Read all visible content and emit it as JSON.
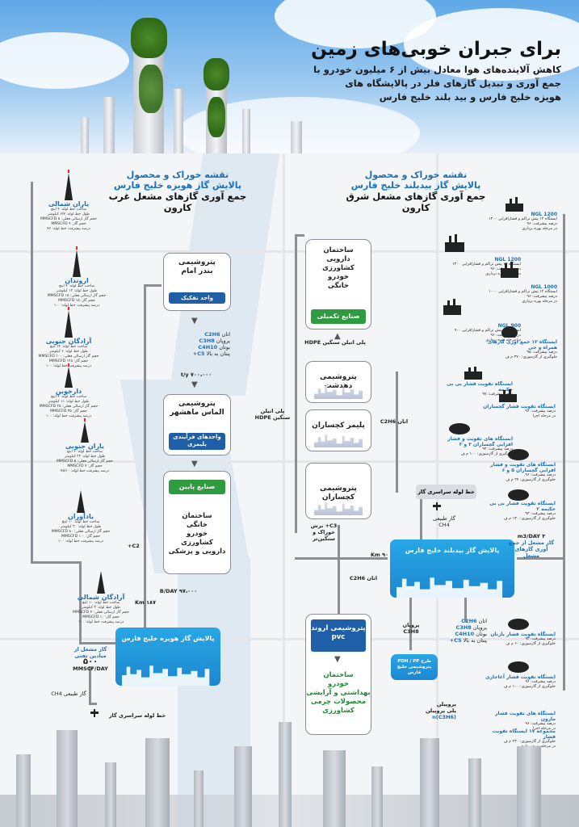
{
  "header": {
    "title": "برای جبران خوبی‌های زمین",
    "subtitle_lines": [
      "کاهش آلاینده‌های هوا معادل بیش از ۶ میلیون خودرو با",
      "جمع آوری و تبدیل گازهای فلر در پالایشگاه های",
      "هویزه خلیج فارس و بید بلند خلیج فارس"
    ]
  },
  "west": {
    "heading1": "نقشه خوراک و محصول",
    "heading2": "پالایش گاز هویزه خلیج فارس",
    "heading3": "جمع آوری گازهای مشعل غرب کارون",
    "wells": [
      {
        "name": "یاران شمالی",
        "info": [
          "ساخت خط لوله: ۴ اینچ",
          "طول خط لوله: ۶/۷ کیلومتر",
          "حجم گاز ارسالی فعلی: MMSCFD ۵",
          "حجم گاز: MMSCFD ۹",
          "درصد پیشرفت خط لوله: ۷۶"
        ]
      },
      {
        "name": "اروندان",
        "info": [
          "ساخت خط لوله: ۴ اینچ",
          "طول خط لوله: ۱۲ کیلومتر",
          "حجم گاز ارسالی فعلی: MMSCFD ۱۵",
          "حجم گاز: MMSCFD ۱۵",
          "درصد پیشرفت خط لوله: ۱۰۰"
        ]
      },
      {
        "name": "آزادگان جنوبی",
        "info": [
          "ساخت خط لوله: ۱۴ اینچ",
          "طول خط لوله: ۶ کیلومتر",
          "حجم گاز ارسالی فعلی: MMSCFD ۱۰۰",
          "حجم گاز: MMSCFD ۱۲۵",
          "درصد پیشرفت خط لوله: ۱۰۰"
        ]
      },
      {
        "name": "دارخوین",
        "info": [
          "ساخت خط لوله: ۴ اینچ",
          "طول خط لوله: ۱۱ کیلومتر",
          "حجم گاز ارسالی فعلی: MMSCFD ۲۵",
          "حجم گاز: MMSCFD ۳۵",
          "درصد پیشرفت خط لوله: ۱۰۰"
        ]
      },
      {
        "name": "یاران جنوبی",
        "info": [
          "ساخت خط لوله: ۶ اینچ",
          "طول خط لوله: ۲۲ کیلومتر",
          "حجم گاز ارسالی فعلی: MMSCFD ۵",
          "حجم گاز: MMSCFD ۷",
          "درصد پیشرفت خط لوله: ۷۸/۱۰"
        ]
      },
      {
        "name": "یادآوران",
        "info": [
          "ساخت خط لوله: ۱۰ اینچ",
          "طول خط لوله: ۳۰ کیلومتر",
          "حجم گاز ارسالی فعلی: MMSCFD ۸۰",
          "حجم گاز: MMSCFD ۱۰۰",
          "درصد پیشرفت خط لوله: ۱۰۰"
        ]
      },
      {
        "name": "آزادگان شمالی",
        "info": [
          "ساخت خط لوله: ۱۰ اینچ",
          "طول خط لوله: ۳ کیلومتر",
          "حجم گاز ارسالی فعلی: MMSCFD ۴",
          "حجم گاز: MMSCFD ۱۰",
          "درصد پیشرفت خط لوله: ۱۰۰"
        ]
      }
    ],
    "box_bandar": {
      "title": [
        "پتروشیمی",
        "بندر امام"
      ],
      "bar": "واحد تفکیک"
    },
    "products1": [
      "اتان",
      "پروپان",
      "بوتان",
      "پنتان به بالا"
    ],
    "chem1": [
      "C2H6",
      "C3H8",
      "C4H10",
      "C5+"
    ],
    "amount": "۷۰۰،۰۰۰ t/y",
    "box_amir": {
      "title": [
        "پتروشیمی",
        "الماس ماهشهر"
      ],
      "bar": "واحدهای فرآیندی پلیمری"
    },
    "lower_industry": "صنایع پایین دستی",
    "end_list": [
      "ساختمان",
      "خانگی",
      "خودرو",
      "کشاورزی",
      "دارویی و پزشکی"
    ],
    "refinery": "پالایش گاز هویزه خلیج فارس",
    "flare_label": "گاز مشعل از میادین نفتی",
    "flare_value": "۵۰۰",
    "flare_unit": "MMSCF/DAY",
    "km_label": "۹۷،۰۰۰ B/DAY",
    "km_val": "۱۸۷ Km",
    "c2_label": "C2+",
    "natgas": "گاز طبیعی CH4",
    "pipeline": "خط لوله سراسری گاز"
  },
  "east": {
    "heading1": "نقشه خوراک و محصول",
    "heading2": "پالایش گاز بیدبلند خلیج فارس",
    "heading3": "جمع آوری گازهای مشعل شرق کارون",
    "top_list": [
      "ساختمان",
      "دارویی",
      "کشاورزی",
      "خودرو",
      "خانگی"
    ],
    "box_complement": "صنایع تکمیلی",
    "hdpe_label": "پلی اتیلن سنگین HDPE",
    "hdpe_label2": "پلی اتیلن سنگین HDPE",
    "box_dehdasht": "پتروشیمی دهدشت",
    "box_polymer": "پلیمر کچساران",
    "box_gachsaran": "پتروشیمی کچساران",
    "ethane_label": "اتان C2H6",
    "c3_label": "C3+ برش خوراک و سنگین‌تر",
    "ethane2": "اتان C2H6",
    "box_arvand": {
      "title": [
        "پتروشیمی اروند",
        "pvc"
      ]
    },
    "arvand_products": [
      "ساختمان",
      "خودرو",
      "بهداشتی و آرایشی",
      "محصولات چرمی",
      "کشاورزی"
    ],
    "refinery": "پالایش گاز بیدبلند خلیج فارس",
    "right_flare": "گاز مشعل از جمع آوری گازهای مشعل",
    "right_flare_val": "۳ m3/DAY",
    "km_east": "۹۰ Km",
    "pipeline_label": "خط لوله سراسری گاز",
    "natgas": "گاز طبیعی CH4",
    "propane_label": "پروپان C3H8",
    "mid_products": [
      "اتان",
      "پروپان",
      "بوتان",
      "پنتان به بالا"
    ],
    "mid_chem": [
      "C2H6",
      "C3H8",
      "C4H10",
      "C5+"
    ],
    "pdh_box": "طرح PDH / PP پتروشیمی خلیج فارس",
    "polypropylene": [
      "پروپیلن",
      "پلی پروپیلن"
    ],
    "poly_chem": "n(C3H6)",
    "stations": [
      {
        "name": "NGL 1200",
        "info": [
          "ایستگاه ۱۲ پیش تراکم و فشارافزایی ۱۳۰۰",
          "درصد پیشرفت: ۹۶",
          "در مرحله بهره برداری"
        ]
      },
      {
        "name": "NGL 1200",
        "info": [
          "ایستگاه ۱۲ پیش تراکم و فشارافزایی ۱۳۰۰",
          "درصد پیشرفت: ۹۶",
          "در مرحله بهره برداری"
        ]
      },
      {
        "name": "NGL 1000",
        "info": [
          "ایستگاه ۱۲ پیش تراکم و فشارافزایی ۱۰۰۰",
          "درصد پیشرفت: ۹۶",
          "در مرحله بهره برداری"
        ]
      },
      {
        "name": "NGL 900",
        "info": [
          "ایستگاه ۱۲ پیش تراکم و فشارافزایی ۹۰۰",
          "درصد پیشرفت: ۹۶",
          "در مرحله بهره برداری"
        ]
      },
      {
        "name": "ایستگاه ۱۲ جمع آوری گازهای همراه و جی",
        "info": [
          "درصد پیشرفت: ۹۵",
          "جلوگیری از گازسوزی: ۳۷۰ م ف"
        ]
      },
      {
        "name": "ایستگاه تقویت فشار بی بی حکیمه",
        "info": [
          "درصد پیشرفت: ۹۷"
        ]
      },
      {
        "name": "ایستگاه تقویت فشار گچساران",
        "info": [
          "درصد پیشرفت: ۹۶",
          "در مرحله اجرا"
        ]
      },
      {
        "name": "ایستگاه های تقویت و فشار افزایی گچساران ۲ و ۳",
        "info": [
          "درصد پیشرفت: ۹۴",
          "جلوگیری از گازسوزی: ۱۰۰ م ف"
        ]
      },
      {
        "name": "ایستگاه های تقویت و فشار افزایی گچساران ۵ و ۶",
        "info": [
          "درصد پیشرفت: ۹۶",
          "جلوگیری از گازسوزی: ۲۷ م ف"
        ]
      },
      {
        "name": "ایستگاه تقویت فشار بی بی حکیمه ۲",
        "info": [
          "درصد پیشرفت: ۹۳",
          "جلوگیری از گازسوزی: ۱۳۰ م ف"
        ]
      },
      {
        "name": "ایستگاه تقویت فشار پازنان",
        "info": [
          "درصد پیشرفت: ۹۳",
          "جلوگیری از گازسوزی: ۶۰ م ف"
        ]
      },
      {
        "name": "ایستگاه تقویت فشار آغاجاری",
        "info": [
          "درصد پیشرفت: ۹۶",
          "جلوگیری از گازسوزی: ۱۰۰ م ف"
        ]
      },
      {
        "name": "ایستگاه های تقویت فشار مارون",
        "info": [
          "درصد پیشرفت: ۹۶",
          "در مرحله اجرا"
        ]
      },
      {
        "name": "مجموعه ۱۷ ایستگاه تقویت فشار",
        "info": [
          "جلوگیری از گازسوزی: ۲۳۰ م ف",
          "در مرحله بهره برداری"
        ]
      }
    ]
  },
  "colors": {
    "accent_blue": "#1c6fb8",
    "green": "#2e9b3e",
    "pipe": "#8b8f94",
    "refinery_blue": "#1d87d0"
  }
}
